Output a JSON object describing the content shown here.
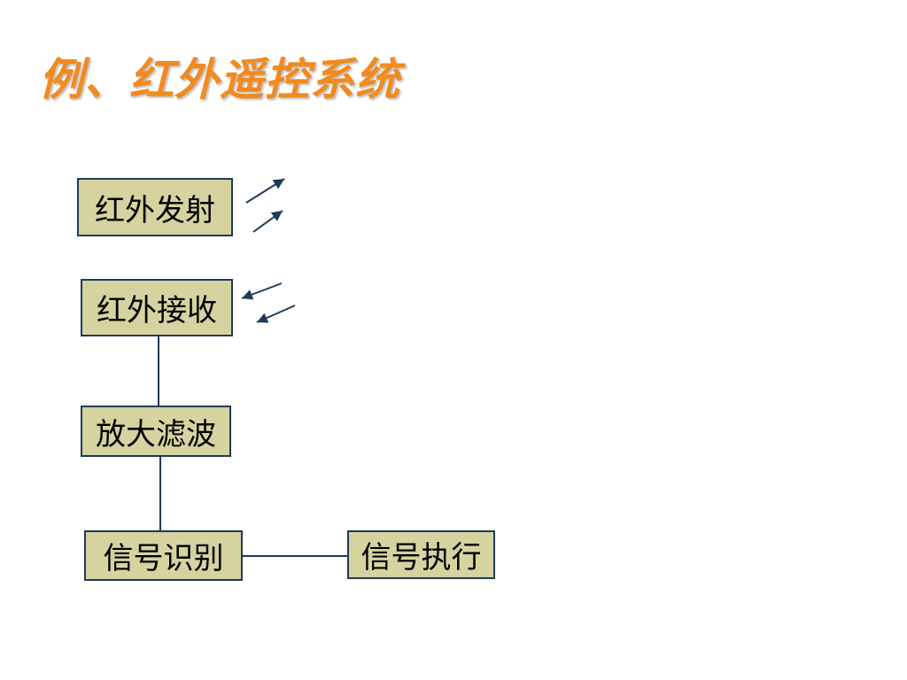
{
  "title": "例、红外遥控系统",
  "blocks": {
    "ir_emit": "红外发射",
    "ir_receive": "红外接收",
    "amplify_filter": "放大滤波",
    "signal_identify": "信号识别",
    "signal_execute": "信号执行"
  },
  "colors": {
    "title": "#f28a1e",
    "box_fill": "#d6d3a0",
    "box_border": "#1f3a5a",
    "line": "#1f3a5a"
  },
  "icons": {
    "emit_rays": "outgoing-arrows-icon",
    "receive_rays": "incoming-arrows-icon"
  }
}
